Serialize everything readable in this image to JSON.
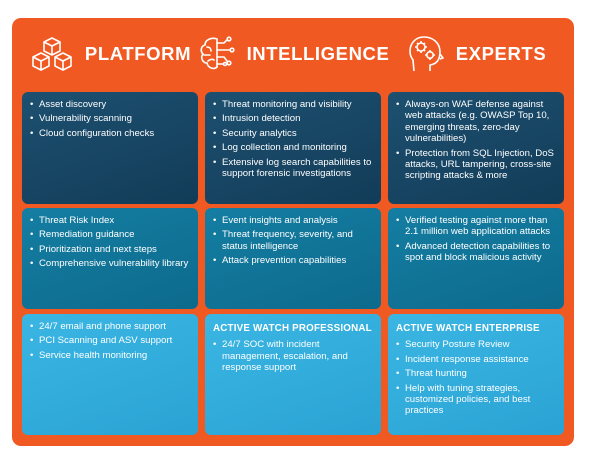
{
  "header": {
    "columns": [
      {
        "title": "PLATFORM",
        "icon": "cubes-icon"
      },
      {
        "title": "INTELLIGENCE",
        "icon": "brain-circuit-icon"
      },
      {
        "title": "EXPERTS",
        "icon": "head-gears-icon"
      }
    ]
  },
  "colors": {
    "frame": "#f05a22",
    "row1": "#163f5c",
    "row2": "#117598",
    "row3": "#33ade0",
    "text": "#ffffff"
  },
  "grid": {
    "row1": {
      "platform": [
        "Asset discovery",
        "Vulnerability scanning",
        "Cloud configuration checks"
      ],
      "intelligence": [
        "Threat monitoring and visibility",
        "Intrusion detection",
        "Security analytics",
        "Log collection and monitoring",
        "Extensive log search capabilities to support forensic investigations"
      ],
      "experts": [
        "Always-on WAF defense against web attacks (e.g. OWASP Top 10, emerging threats, zero-day vulnerabilities)",
        "Protection from SQL Injection, DoS attacks, URL tampering, cross-site scripting attacks & more"
      ]
    },
    "row2": {
      "platform": [
        "Threat Risk Index",
        "Remediation guidance",
        "Prioritization and next steps",
        "Comprehensive vulnerability library"
      ],
      "intelligence": [
        "Event insights and analysis",
        "Threat frequency, severity, and status intelligence",
        "Attack prevention capabilities"
      ],
      "experts": [
        "Verified testing against more than 2.1 million web application attacks",
        "Advanced detection capabilities to spot and block malicious activity"
      ]
    },
    "row3": {
      "platform": [
        "24/7 email and phone support",
        "PCI Scanning and ASV support",
        "Service health monitoring"
      ],
      "intelligence_heading": "ACTIVE WATCH PROFESSIONAL",
      "intelligence": [
        "24/7 SOC with incident management, escalation, and response support"
      ],
      "experts_heading": "ACTIVE WATCH ENTERPRISE",
      "experts": [
        "Security Posture Review",
        "Incident response assistance",
        "Threat hunting",
        "Help with tuning strategies, customized policies, and best practices"
      ]
    }
  }
}
